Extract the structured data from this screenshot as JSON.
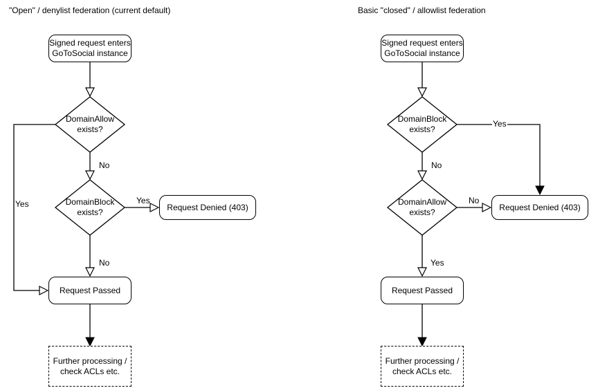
{
  "canvas": {
    "background": "#ffffff",
    "stroke_color": "#000000",
    "text_color": "#000000"
  },
  "left": {
    "title": "\"Open\" / denylist federation (current default)",
    "nodes": {
      "start": "Signed request enters\nGoToSocial instance",
      "decision1": "DomainAllow\nexists?",
      "decision2": "DomainBlock\nexists?",
      "denied": "Request Denied (403)",
      "passed": "Request Passed",
      "further": "Further processing /\ncheck ACLs etc."
    },
    "edge_labels": {
      "d1_yes": "Yes",
      "d1_no": "No",
      "d2_yes": "Yes",
      "d2_no": "No"
    }
  },
  "right": {
    "title": "Basic \"closed\" / allowlist federation",
    "nodes": {
      "start": "Signed request enters\nGoToSocial instance",
      "decision1": "DomainBlock\nexists?",
      "decision2": "DomainAllow\nexists?",
      "denied": "Request Denied (403)",
      "passed": "Request Passed",
      "further": "Further processing /\ncheck ACLs etc."
    },
    "edge_labels": {
      "d1_yes": "Yes",
      "d1_no": "No",
      "d2_no": "No",
      "d2_yes": "Yes"
    }
  }
}
